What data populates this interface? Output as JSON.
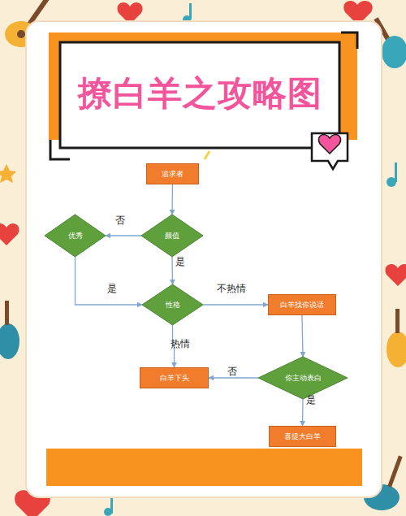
{
  "diagram": {
    "title": "撩白羊之攻略图",
    "nodes": [
      {
        "text": [
          "追求者"
        ]
      },
      {
        "text": [
          "优秀"
        ]
      },
      {
        "text": [
          "颜值"
        ]
      },
      {
        "text": [
          "性格"
        ]
      },
      {
        "text": [
          "白羊找你说话"
        ]
      },
      {
        "text": [
          "白羊下头"
        ]
      },
      {
        "text": [
          "你主动表白"
        ]
      },
      {
        "text": [
          "喜提大白羊"
        ]
      }
    ],
    "edges": [
      {
        "from": 0,
        "to": 2,
        "arrow": "to"
      },
      {
        "from": 2,
        "to": 1,
        "arrow": "to",
        "label": "否"
      },
      {
        "from": 2,
        "to": 3,
        "arrow": "to",
        "label": "是"
      },
      {
        "from": 1,
        "to": 3,
        "arrow": "to",
        "label": "是"
      },
      {
        "from": 3,
        "to": 4,
        "arrow": "to",
        "label": "不热情"
      },
      {
        "from": 3,
        "to": 5,
        "arrow": "to",
        "label": "热情"
      },
      {
        "from": 4,
        "to": 6,
        "arrow": "to"
      },
      {
        "from": 6,
        "to": 5,
        "arrow": "to",
        "label": "否"
      },
      {
        "from": 6,
        "to": 7,
        "arrow": "to",
        "label": "是"
      }
    ]
  }
}
